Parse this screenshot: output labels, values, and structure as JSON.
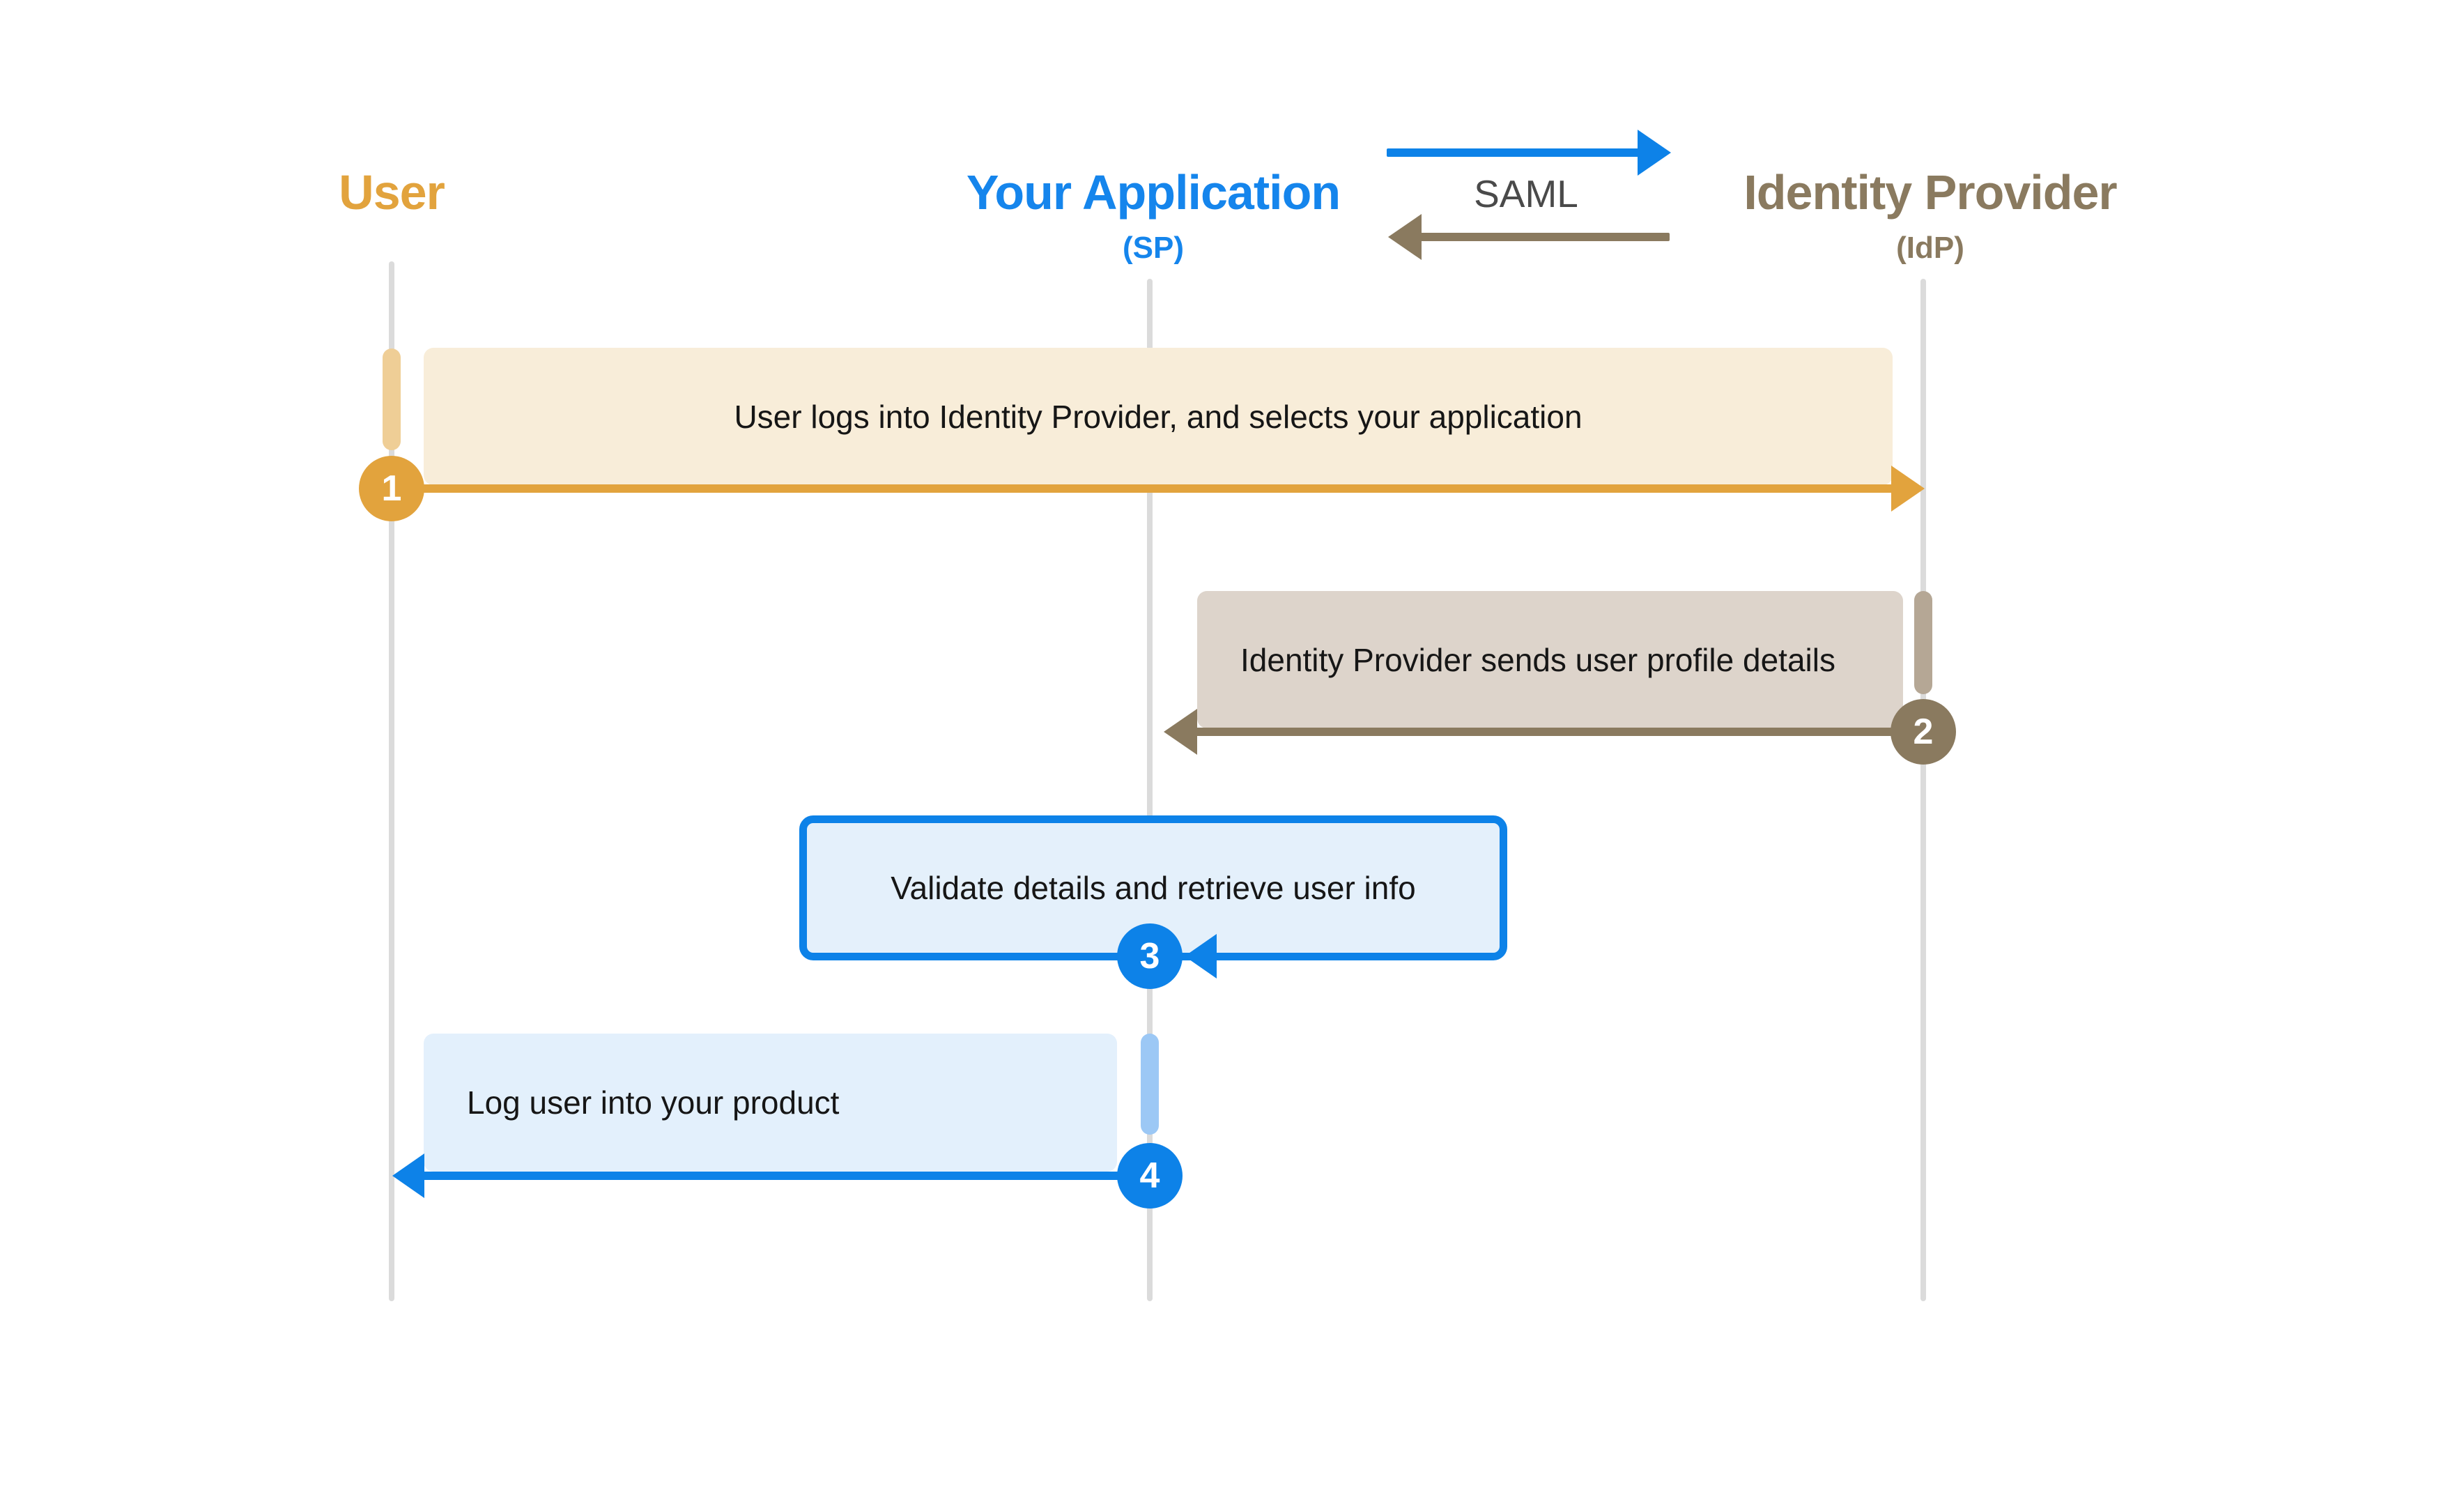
{
  "diagram_type": "sequence-diagram",
  "topic": "SAML single sign-on flow",
  "colors": {
    "user_accent": "#E2A33D",
    "user_activation": "#EFCE96",
    "step1_box": "#F8EDD9",
    "idp_accent": "#8A7A5F",
    "idp_activation": "#B5A795",
    "step2_box": "#DDD4CB",
    "app_accent": "#0D82E8",
    "app_header": "#1585EC",
    "app_activation": "#9CC8F5",
    "step3_box": "#E4F0FB",
    "step4_box": "#E3F0FC",
    "lifeline": "#DBDBDB",
    "legend_text": "#4A4A4A",
    "message_text": "#161616"
  },
  "actors": [
    {
      "name": "User",
      "subtitle": ""
    },
    {
      "name": "Your Application",
      "subtitle": "(SP)"
    },
    {
      "name": "Identity Provider",
      "subtitle": "(IdP)"
    }
  ],
  "legend": {
    "label": "SAML"
  },
  "steps": [
    {
      "number": "1",
      "text": "User logs into Identity Provider, and selects your application",
      "from": "User",
      "to": "Identity Provider",
      "direction": "right"
    },
    {
      "number": "2",
      "text": "Identity Provider sends user profile details",
      "from": "Identity Provider",
      "to": "Your Application",
      "direction": "left"
    },
    {
      "number": "3",
      "text": "Validate details and retrieve user info",
      "from": "Your Application",
      "to": "Your Application",
      "direction": "self"
    },
    {
      "number": "4",
      "text": "Log user into your product",
      "from": "Your Application",
      "to": "User",
      "direction": "left"
    }
  ]
}
